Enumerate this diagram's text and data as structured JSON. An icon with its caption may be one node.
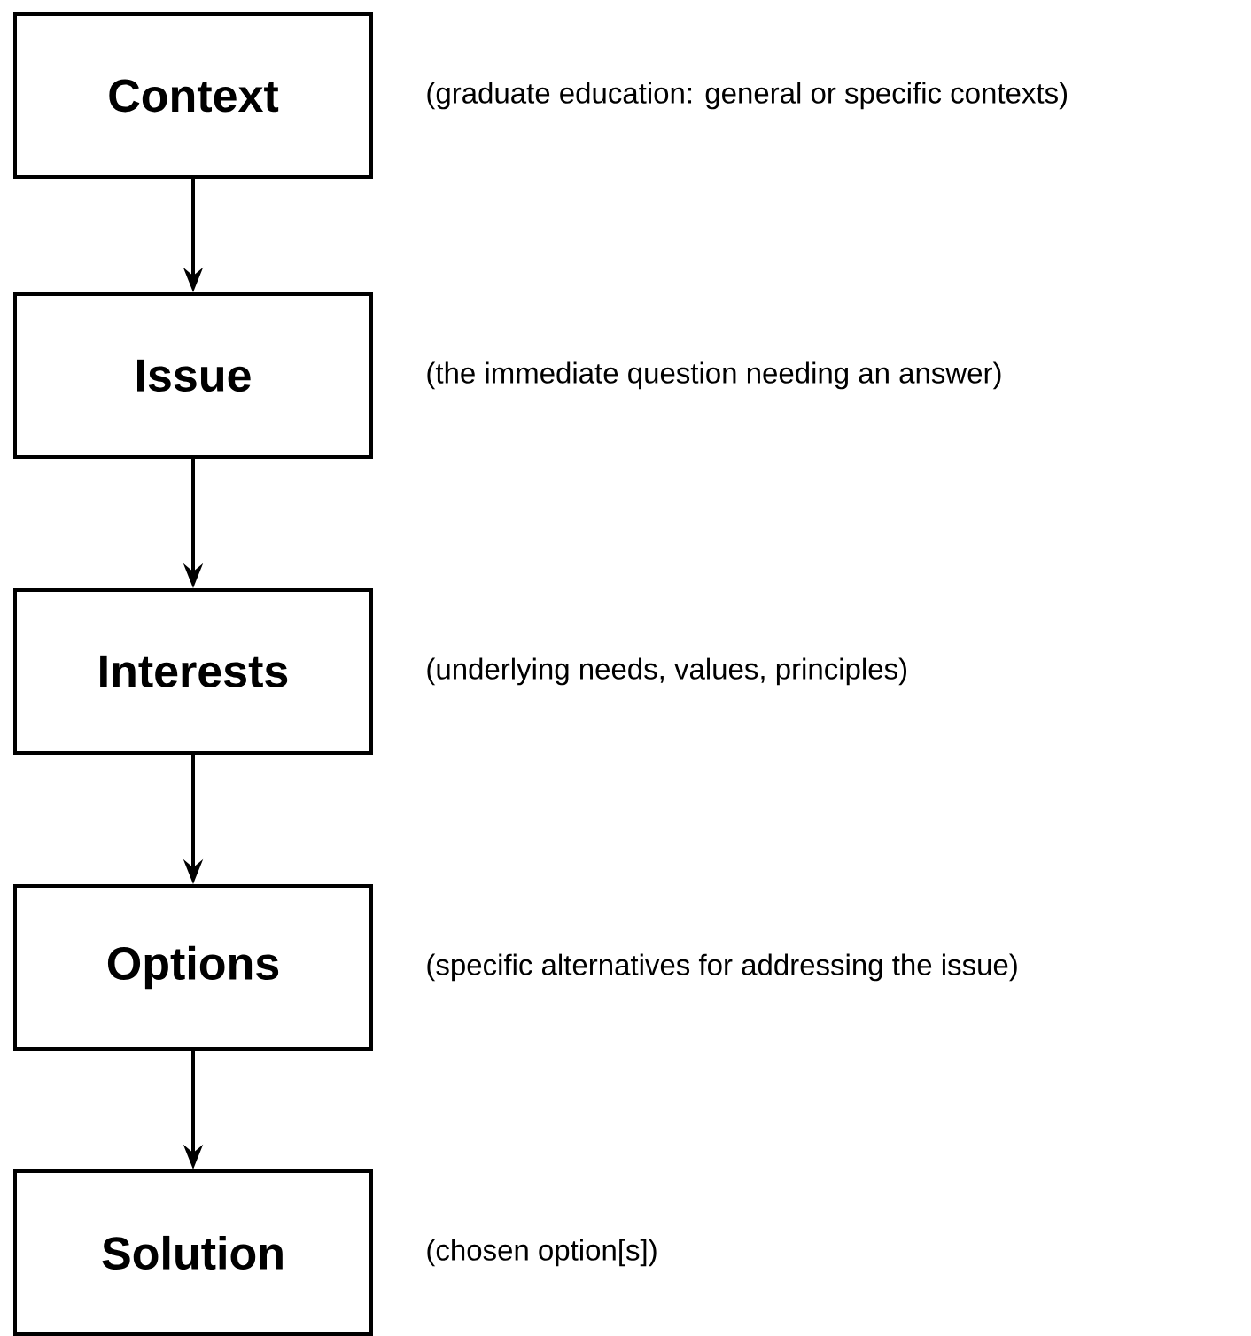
{
  "diagram": {
    "nodes": [
      {
        "text": [
          "Context"
        ],
        "beside": [
          "(graduate education: general or specific contexts)"
        ]
      },
      {
        "text": [
          "Issue"
        ],
        "beside": [
          "(the immediate question needing an answer)"
        ]
      },
      {
        "text": [
          "Interests"
        ],
        "beside": [
          "(underlying needs, values, principles)"
        ]
      },
      {
        "text": [
          "Options"
        ],
        "beside": [
          "(specific alternatives for addressing the issue)"
        ]
      },
      {
        "text": [
          "Solution"
        ],
        "beside": [
          "(chosen option[s])"
        ]
      }
    ],
    "edges": [
      {
        "from": 0,
        "to": 1,
        "arrow": "to"
      },
      {
        "from": 1,
        "to": 2,
        "arrow": "to"
      },
      {
        "from": 2,
        "to": 3,
        "arrow": "to"
      },
      {
        "from": 3,
        "to": 4,
        "arrow": "to"
      }
    ]
  }
}
